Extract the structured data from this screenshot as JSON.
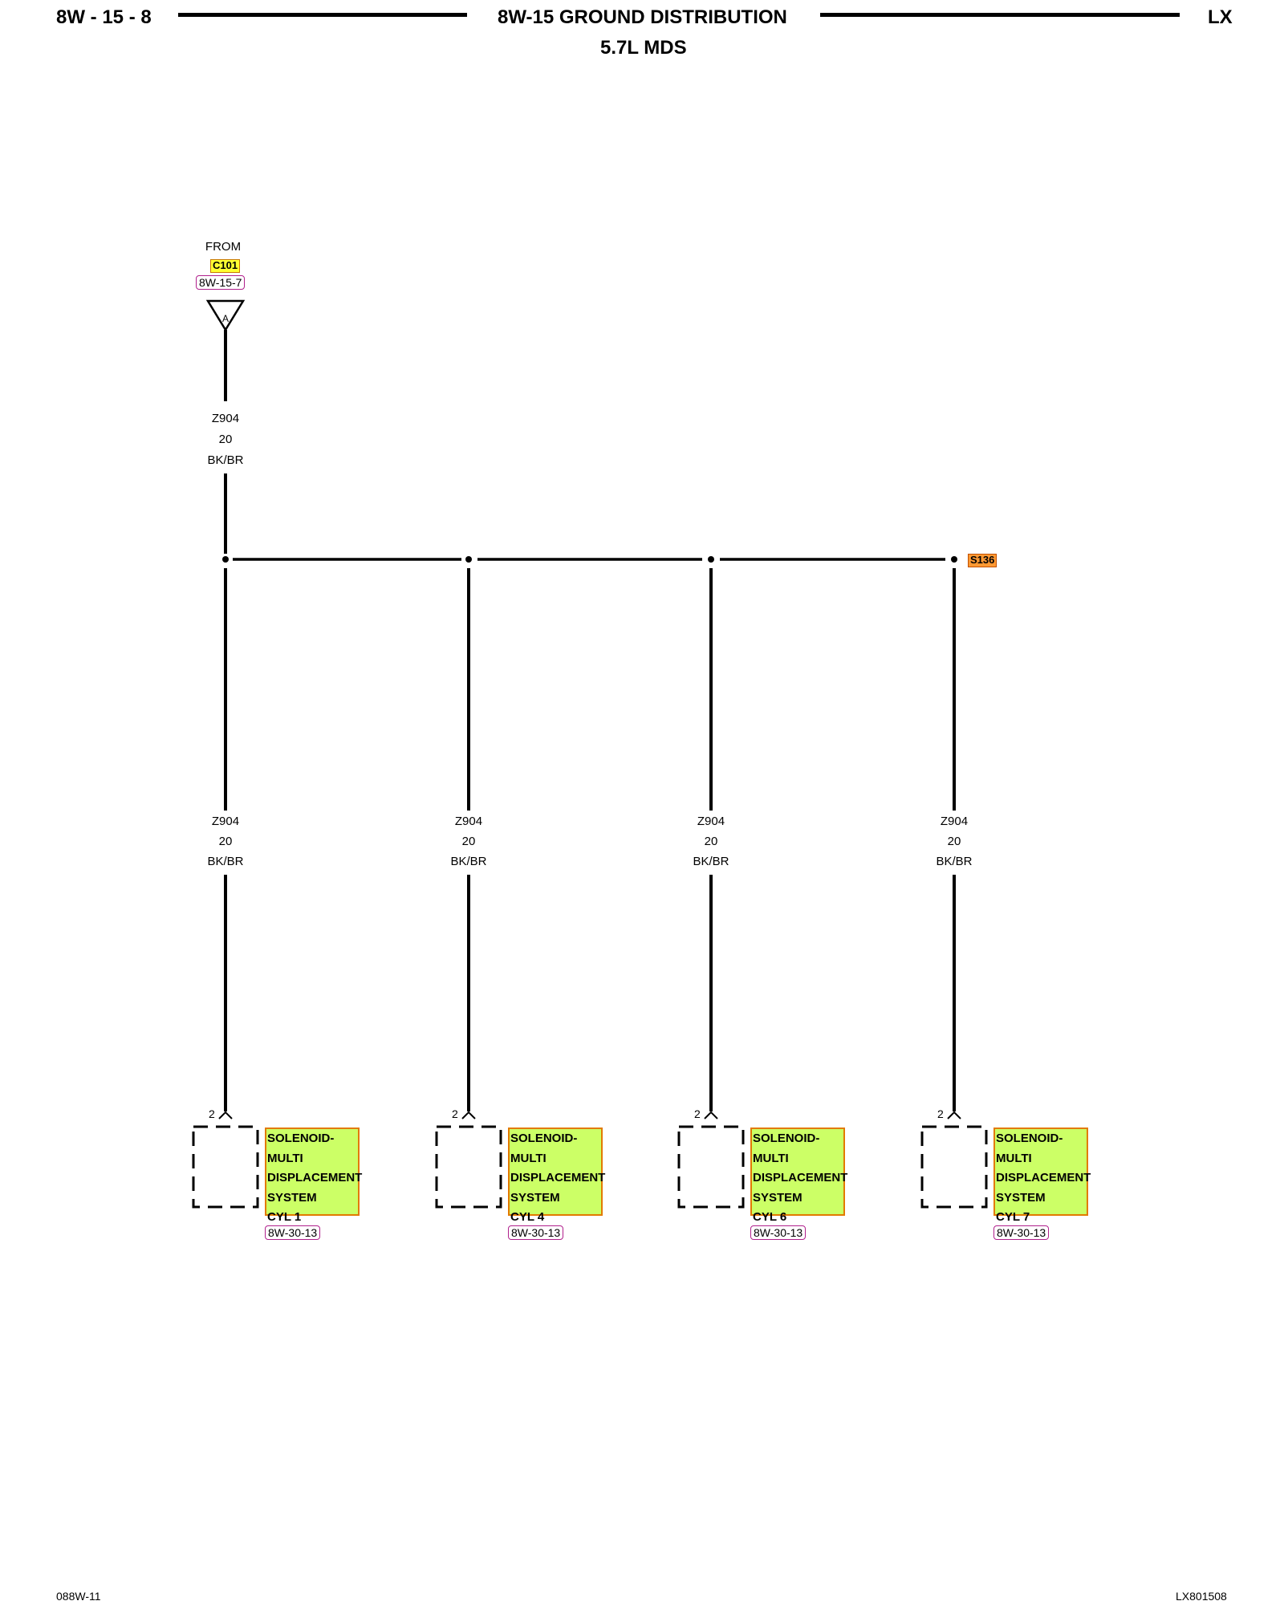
{
  "header": {
    "page_code": "8W - 15 - 8",
    "title": "8W-15 GROUND DISTRIBUTION",
    "subtitle": "5.7L MDS",
    "model": "LX"
  },
  "source": {
    "from_label": "FROM",
    "connector": "C101",
    "ref": "8W-15-7",
    "cavity": "A"
  },
  "feed_wire": {
    "circuit": "Z904",
    "gauge": "20",
    "color": "BK/BR"
  },
  "splice": {
    "id": "S136"
  },
  "branches": [
    {
      "circuit": "Z904",
      "gauge": "20",
      "color": "BK/BR",
      "pin": "2",
      "component_lines": [
        "SOLENOID-",
        "MULTI",
        "DISPLACEMENT",
        "SYSTEM",
        "CYL 1"
      ],
      "ref": "8W-30-13"
    },
    {
      "circuit": "Z904",
      "gauge": "20",
      "color": "BK/BR",
      "pin": "2",
      "component_lines": [
        "SOLENOID-",
        "MULTI",
        "DISPLACEMENT",
        "SYSTEM",
        "CYL 4"
      ],
      "ref": "8W-30-13"
    },
    {
      "circuit": "Z904",
      "gauge": "20",
      "color": "BK/BR",
      "pin": "2",
      "component_lines": [
        "SOLENOID-",
        "MULTI",
        "DISPLACEMENT",
        "SYSTEM",
        "CYL 6"
      ],
      "ref": "8W-30-13"
    },
    {
      "circuit": "Z904",
      "gauge": "20",
      "color": "BK/BR",
      "pin": "2",
      "component_lines": [
        "SOLENOID-",
        "MULTI",
        "DISPLACEMENT",
        "SYSTEM",
        "CYL 7"
      ],
      "ref": "8W-30-13"
    }
  ],
  "footer": {
    "left": "088W-11",
    "right": "LX801508"
  },
  "colors": {
    "component_fill": "#ccff66",
    "component_border": "#e27a00",
    "connector_tag": "#ffff33",
    "splice_tag": "#ff9933",
    "ref_border": "#b0208c"
  }
}
